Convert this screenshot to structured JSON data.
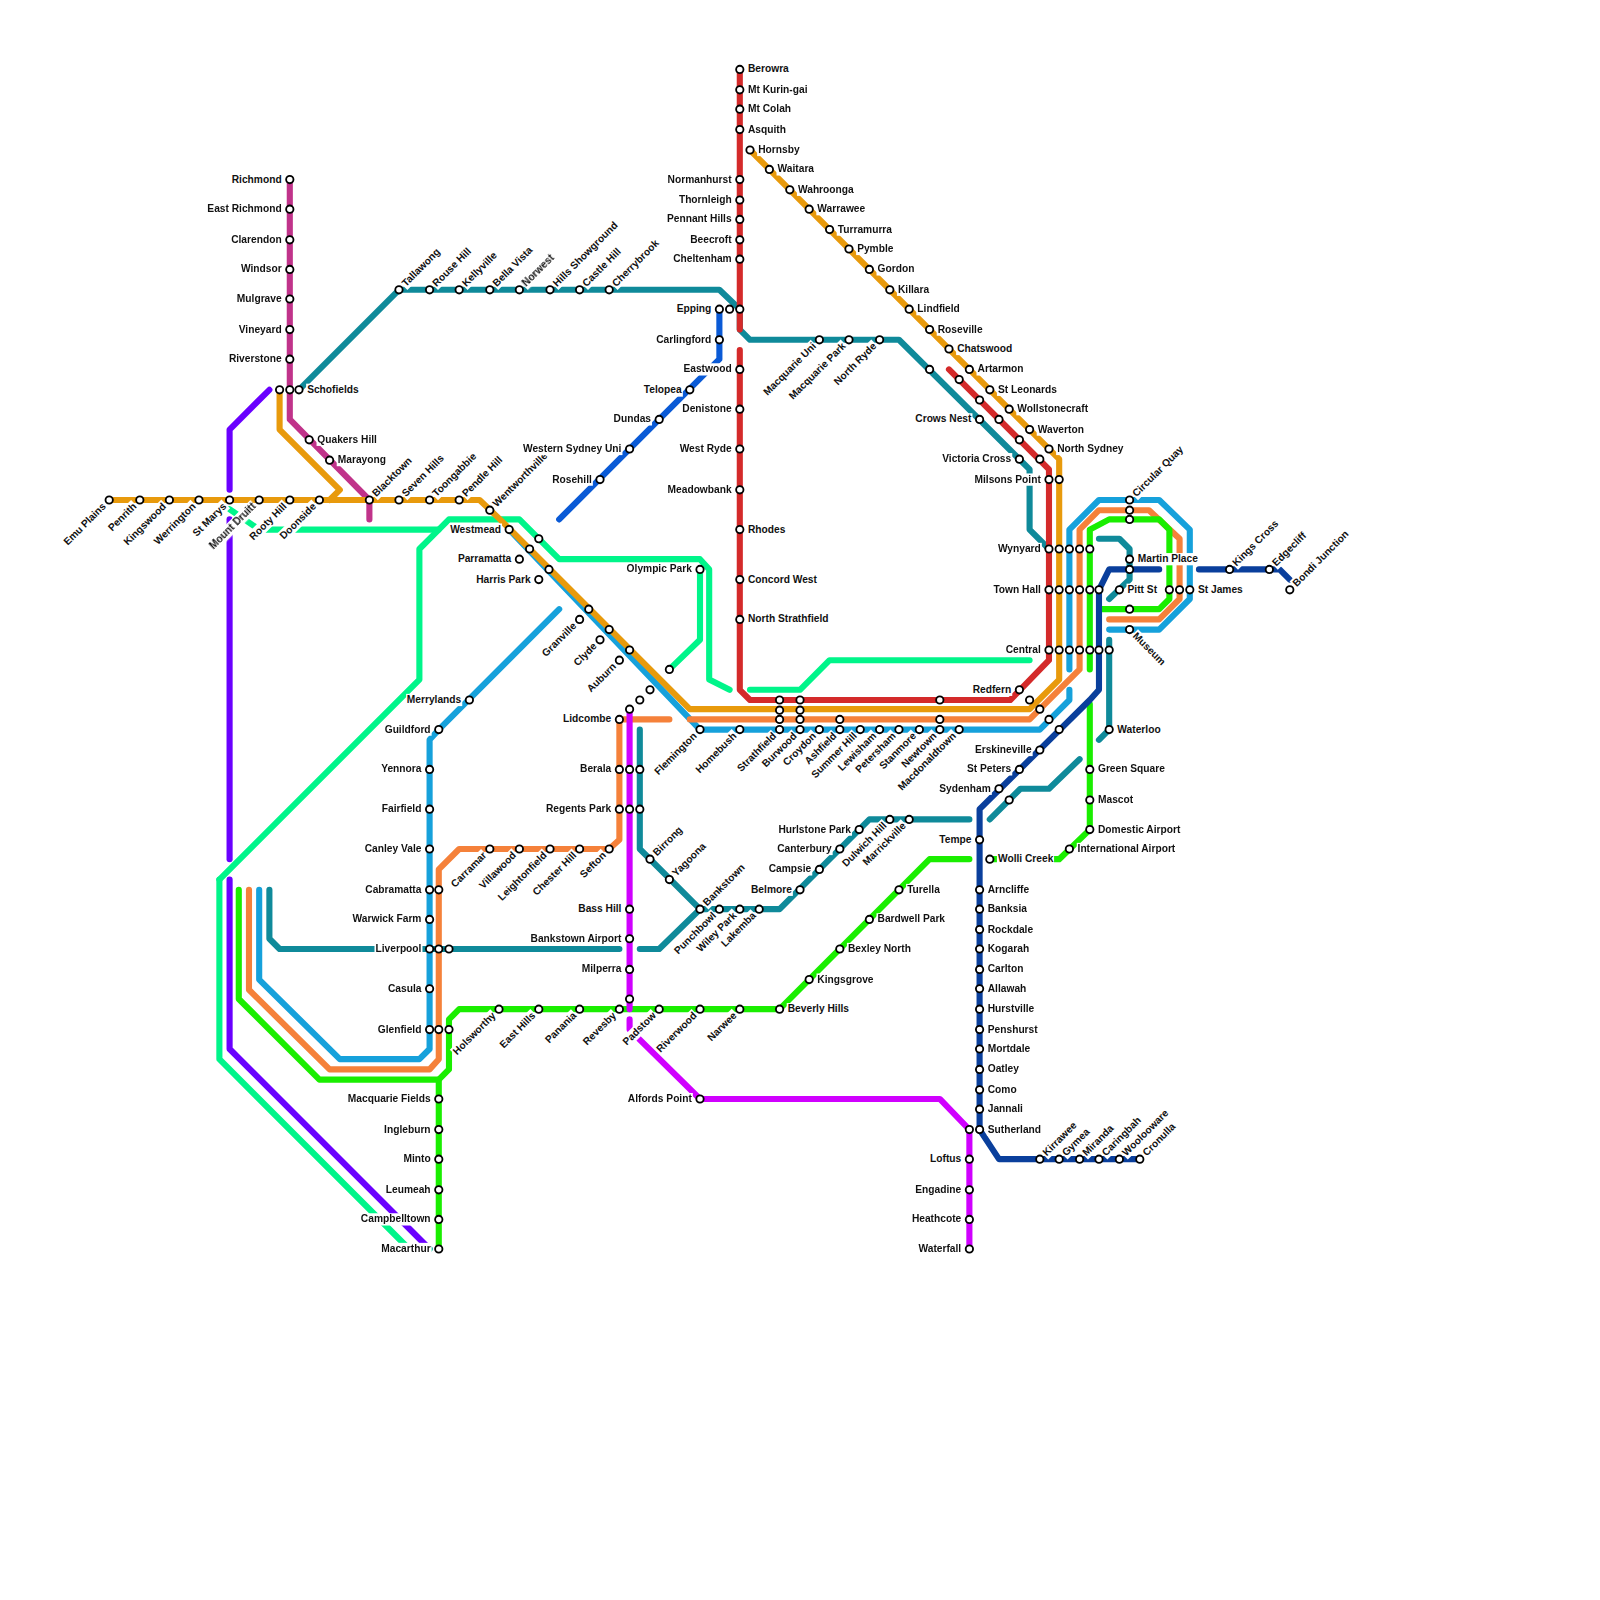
{
  "diagram": {
    "labels": [
      "Emu Plains",
      "Penrith",
      "Kingswood",
      "Werrington",
      "St Marys",
      "Mount Druitt",
      "Rooty Hill",
      "Doonside",
      "Blacktown",
      "Seven Hills",
      "Toongabbie",
      "Pendle Hill",
      "Wentworthville",
      "Westmead",
      "Parramatta",
      "Harris Park",
      "Granville",
      "Clyde",
      "Auburn",
      "Lidcombe",
      "Richmond",
      "East Richmond",
      "Clarendon",
      "Windsor",
      "Mulgrave",
      "Vineyard",
      "Riverstone",
      "Schofields",
      "Quakers Hill",
      "Marayong",
      "Tallawong",
      "Rouse Hill",
      "Kellyville",
      "Bella Vista",
      "Norwest",
      "Hills Showground",
      "Castle Hill",
      "Cherrybrook",
      "Epping",
      "Macquarie Uni",
      "Macquarie Park",
      "North Ryde",
      "Crows Nest",
      "Victoria Cross",
      "Berowra",
      "Mt Kurin-gai",
      "Mt Colah",
      "Asquith",
      "Hornsby",
      "Waitara",
      "Wahroonga",
      "Warrawee",
      "Turramurra",
      "Pymble",
      "Gordon",
      "Killara",
      "Lindfield",
      "Roseville",
      "Chatswood",
      "Artarmon",
      "St Leonards",
      "Wollstonecraft",
      "Waverton",
      "North Sydney",
      "Milsons Point",
      "Wynyard",
      "Town Hall",
      "Central",
      "Normanhurst",
      "Thornleigh",
      "Pennant Hills",
      "Beecroft",
      "Cheltenham",
      "Carlingford",
      "Eastwood",
      "Denistone",
      "West Ryde",
      "Meadowbank",
      "Rhodes",
      "Concord West",
      "North Strathfield",
      "Telopea",
      "Dundas",
      "Western Sydney Uni",
      "Rosehill",
      "Olympic Park",
      "Flemington",
      "Homebush",
      "Strathfield",
      "Burwood",
      "Croydon",
      "Ashfield",
      "Summer Hill",
      "Lewisham",
      "Petersham",
      "Stanmore",
      "Newtown",
      "Macdonaldtown",
      "Redfern",
      "Erskineville",
      "St Peters",
      "Sydenham",
      "Waterloo",
      "Berala",
      "Regents Park",
      "Birrong",
      "Yagoona",
      "Bankstown",
      "Punchbowl",
      "Wiley Park",
      "Lakemba",
      "Belmore",
      "Campsie",
      "Canterbury",
      "Hurlstone Park",
      "Dulwich Hill",
      "Marrickville",
      "Carramar",
      "Villawood",
      "Leightonfield",
      "Chester Hill",
      "Sefton",
      "Merrylands",
      "Guildford",
      "Yennora",
      "Fairfield",
      "Canley Vale",
      "Cabramatta",
      "Warwick Farm",
      "Liverpool",
      "Casula",
      "Glenfield",
      "Macquarie Fields",
      "Ingleburn",
      "Minto",
      "Leumeah",
      "Campbelltown",
      "Macarthur",
      "Holsworthy",
      "East Hills",
      "Panania",
      "Revesby",
      "Padstow",
      "Riverwood",
      "Narwee",
      "Beverly Hills",
      "Kingsgrove",
      "Bexley North",
      "Bardwell Park",
      "Turella",
      "Wolli Creek",
      "International Airport",
      "Domestic Airport",
      "Mascot",
      "Green Square",
      "Bass Hill",
      "Bankstown Airport",
      "Milperra",
      "Alfords Point",
      "Loftus",
      "Engadine",
      "Heathcote",
      "Waterfall",
      "Tempe",
      "Arncliffe",
      "Banksia",
      "Rockdale",
      "Kogarah",
      "Carlton",
      "Allawah",
      "Hurstville",
      "Penshurst",
      "Mortdale",
      "Oatley",
      "Como",
      "Jannali",
      "Sutherland",
      "Kirrawee",
      "Gymea",
      "Miranda",
      "Caringbah",
      "Woolooware",
      "Cronulla",
      "Kings Cross",
      "Edgecliff",
      "Bondi Junction",
      "Circular Quay",
      "Martin Place",
      "Pitt St",
      "St James",
      "Museum"
    ]
  }
}
